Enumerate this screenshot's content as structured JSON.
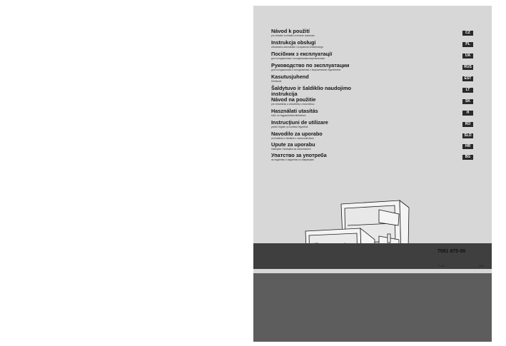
{
  "languages": [
    {
      "title": "Návod k použití",
      "subtitle": "pro chladicí a chladicí a mrazicí automatu",
      "code": "CZ"
    },
    {
      "title": "Instrukcja obsługi",
      "subtitle": "chłodziarko-zamrażarki i urządzenia chłodniczego",
      "code": "PL"
    },
    {
      "title": "Посібник з експлуатації",
      "subtitle": "для холодильника і холодильника-морозильника",
      "code": "UA"
    },
    {
      "title": "Руководство по эксплуатации",
      "subtitle": "для холодильника и холодильника с морозильным отделением",
      "code": "RUS"
    },
    {
      "title": "Kasutusjuhend",
      "subtitle": "Külmikule",
      "code": "EST"
    },
    {
      "title": "Šaldytuvo ir šaldiklio naudojimo",
      "title2": "instrukcija",
      "subtitle": "",
      "code": "LT"
    },
    {
      "title": "Návod na použitie",
      "subtitle": "pre chladničky a chladničky s mrazničkou",
      "code": "SK"
    },
    {
      "title": "Használati utasítás",
      "subtitle": "hűtő- és fagyasztókészülékekhez",
      "code": "H"
    },
    {
      "title": "Instrucţiuni de utilizare",
      "subtitle": "pentru frigider şi combina frigorifică",
      "code": "RO"
    },
    {
      "title": "Navodilo za uporabo",
      "subtitle": "za hladilnik in hladilnik z zamrzovalnikom",
      "code": "SLO"
    },
    {
      "title": "Upute za uporabu",
      "subtitle": "hladnjaka i hladnjaka sa zamrzivačem",
      "code": "HR"
    },
    {
      "title": "Упатство за употреба",
      "subtitle": "за ладилник и ладилник со замрзнувач",
      "code": "BG"
    }
  ],
  "part_number": "7081 875-00",
  "footer_small_left": "TT-OA",
  "footer_small_right": "0905",
  "colors": {
    "cover": "#d7d7d7",
    "band": "#3f3f3f",
    "floor": "#5d5d5d",
    "badge": "#2a2a2a"
  }
}
